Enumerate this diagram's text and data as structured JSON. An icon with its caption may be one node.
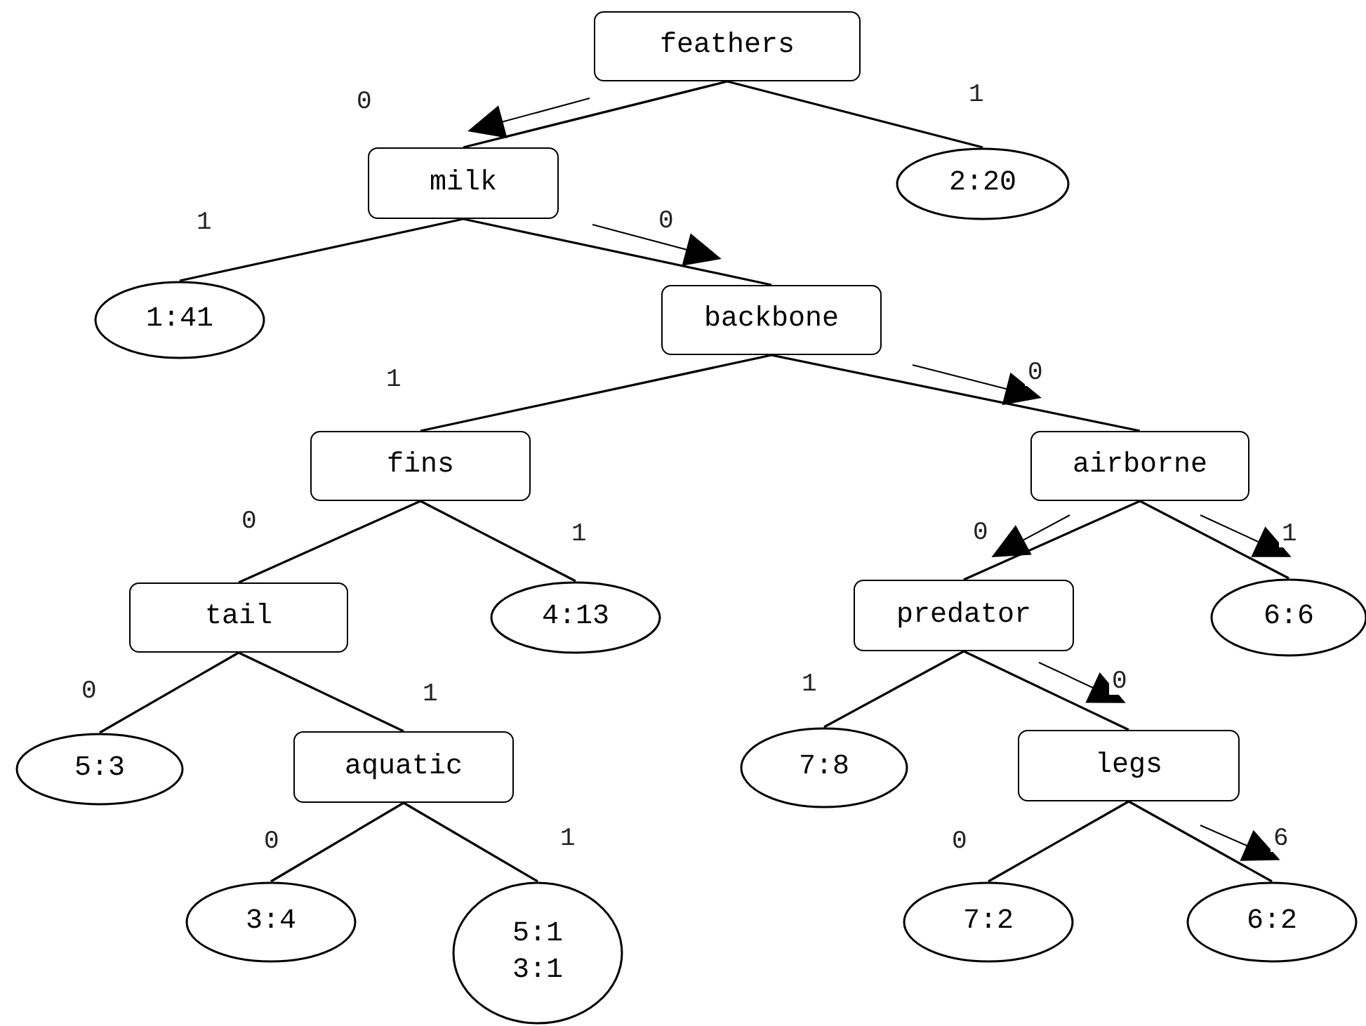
{
  "diagram": {
    "nodes": [
      {
        "text": [
          "feathers"
        ]
      },
      {
        "text": [
          "milk"
        ]
      },
      {
        "text": [
          "2:20"
        ]
      },
      {
        "text": [
          "1:41"
        ]
      },
      {
        "text": [
          "backbone"
        ]
      },
      {
        "text": [
          "fins"
        ]
      },
      {
        "text": [
          "airborne"
        ]
      },
      {
        "text": [
          "tail"
        ]
      },
      {
        "text": [
          "4:13"
        ]
      },
      {
        "text": [
          "predator"
        ]
      },
      {
        "text": [
          "6:6"
        ]
      },
      {
        "text": [
          "5:3"
        ]
      },
      {
        "text": [
          "aquatic"
        ]
      },
      {
        "text": [
          "7:8"
        ]
      },
      {
        "text": [
          "legs"
        ]
      },
      {
        "text": [
          "3:4"
        ]
      },
      {
        "text": [
          "5:1 3:1"
        ]
      },
      {
        "text": [
          "7:2"
        ]
      },
      {
        "text": [
          "6:2"
        ]
      }
    ],
    "edges": [
      {
        "from": 0,
        "to": 1,
        "arrow": "none",
        "label": "0"
      },
      {
        "from": 0,
        "to": 2,
        "arrow": "none",
        "label": "1"
      },
      {
        "from": 1,
        "to": 3,
        "arrow": "none",
        "label": "1"
      },
      {
        "from": 1,
        "to": 4,
        "arrow": "none",
        "label": "0"
      },
      {
        "from": 4,
        "to": 5,
        "arrow": "none",
        "label": "1"
      },
      {
        "from": 4,
        "to": 6,
        "arrow": "none",
        "label": "0"
      },
      {
        "from": 5,
        "to": 7,
        "arrow": "none",
        "label": "0"
      },
      {
        "from": 5,
        "to": 8,
        "arrow": "none",
        "label": "1"
      },
      {
        "from": 6,
        "to": 9,
        "arrow": "none",
        "label": "0"
      },
      {
        "from": 6,
        "to": 10,
        "arrow": "none",
        "label": "1"
      },
      {
        "from": 7,
        "to": 11,
        "arrow": "none",
        "label": "0"
      },
      {
        "from": 7,
        "to": 12,
        "arrow": "none",
        "label": "1"
      },
      {
        "from": 9,
        "to": 13,
        "arrow": "none",
        "label": "1"
      },
      {
        "from": 9,
        "to": 14,
        "arrow": "none",
        "label": "0"
      },
      {
        "from": 12,
        "to": 15,
        "arrow": "none",
        "label": "0"
      },
      {
        "from": 12,
        "to": 16,
        "arrow": "none",
        "label": "1"
      },
      {
        "from": 14,
        "to": 17,
        "arrow": "none",
        "label": "0"
      },
      {
        "from": 14,
        "to": 18,
        "arrow": "none",
        "label": "6"
      }
    ]
  }
}
